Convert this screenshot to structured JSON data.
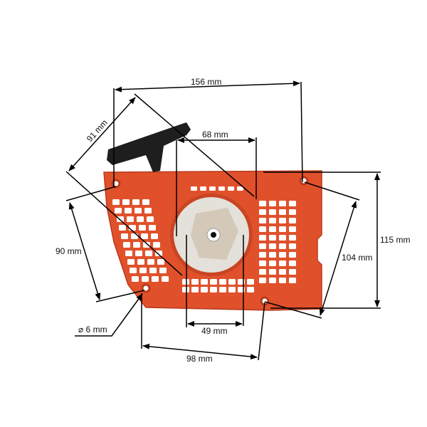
{
  "colors": {
    "housing": "#e0512b",
    "housing_dark": "#b93a1c",
    "handle": "#1e1e1e",
    "pulley": "#e4e0da",
    "line": "#000000"
  },
  "dimensions": {
    "width_top": "156 mm",
    "diagonal": "91 mm",
    "pulley_outer": "68 mm",
    "pulley_inner": "49 mm",
    "height": "115 mm",
    "right_holes": "104 mm",
    "left_holes": "90 mm",
    "hole_diameter": "⌀ 6 mm",
    "bottom_holes": "98 mm"
  }
}
